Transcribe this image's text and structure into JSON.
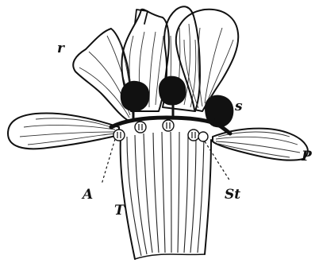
{
  "labels": {
    "r": "r",
    "s": "s",
    "P": "P",
    "A": "A",
    "T": "T",
    "St": "St"
  }
}
